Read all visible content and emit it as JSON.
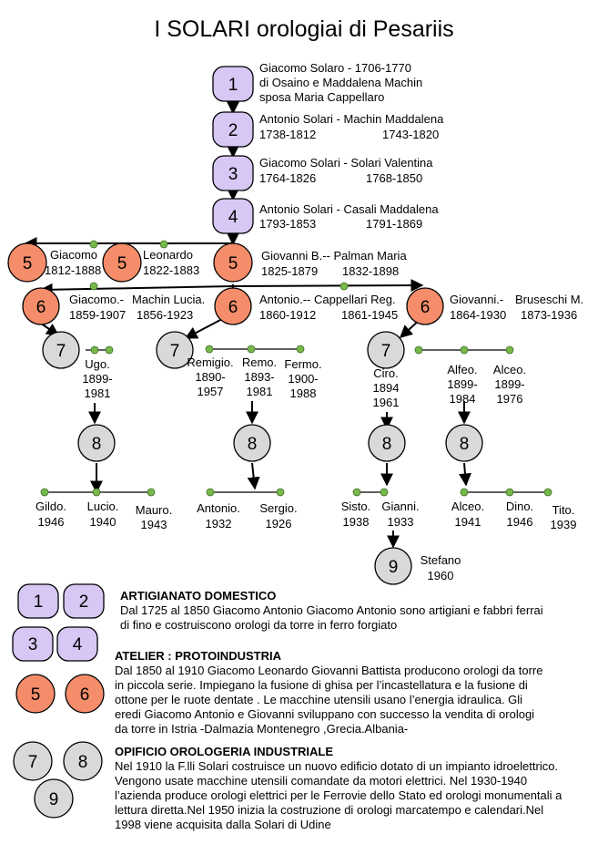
{
  "title": "I SOLARI orologiai di Pesariis",
  "colors": {
    "lilac": "#d6c7f5",
    "orange": "#f58d6a",
    "grey": "#d9d9d9",
    "dot": "#78b84b"
  },
  "nodes": {
    "n1": "1",
    "n2": "2",
    "n3": "3",
    "n4": "4",
    "n5a": "5",
    "n5b": "5",
    "n5c": "5",
    "n6a": "6",
    "n6b": "6",
    "n6c": "6",
    "n7a": "7",
    "n7b": "7",
    "n7c": "7",
    "n8a": "8",
    "n8b": "8",
    "n8c": "8",
    "n8d": "8",
    "n9": "9"
  },
  "gen1": {
    "l1": "Giacomo Solaro - 1706-1770",
    "l2": " di Osaino e Maddalena Machin",
    "l3": "sposa Maria Cappellaro"
  },
  "gen2": {
    "l1": "Antonio Solari - Machin Maddalena",
    "d1": "1738-1812",
    "d2": "1743-1820"
  },
  "gen3": {
    "l1": "Giacomo Solari - Solari Valentina",
    "d1": "1764-1826",
    "d2": "1768-1850"
  },
  "gen4": {
    "l1": "Antonio Solari - Casali Maddalena",
    "d1": "1793-1853",
    "d2": "1791-1869"
  },
  "gen5": {
    "giacomo_name": "Giacomo",
    "giacomo_dates": "1812-1888",
    "leonardo_name": "Leonardo",
    "leonardo_dates": "1822-1883",
    "giovanni_l1": "Giovanni B.-- Palman Maria",
    "giovanni_d1": "1825-1879",
    "giovanni_d2": "1832-1898"
  },
  "gen6": {
    "a_l1": "Giacomo.-",
    "a_l1b": "Machin Lucia.",
    "a_d1": "1859-1907",
    "a_d2": "1856-1923",
    "b_l1": "Antonio.-- Cappellari Reg.",
    "b_d1": "1860-1912",
    "b_d2": "1861-1945",
    "c_l1": "Giovanni.-",
    "c_l1b": "Bruseschi M.",
    "c_d1": "1864-1930",
    "c_d2": "1873-1936"
  },
  "gen7": {
    "ugo": [
      "Ugo.",
      "1899-",
      "1981"
    ],
    "remigio": [
      "Remigio.",
      "1890-",
      "1957"
    ],
    "remo": [
      "Remo.",
      "1893-",
      "1981"
    ],
    "fermo": [
      "Fermo.",
      "1900-",
      "1988"
    ],
    "ciro": [
      "Ciro.",
      "1894",
      "1961"
    ],
    "alfeo": [
      "Alfeo.",
      "1899-",
      "1984"
    ],
    "alceo": [
      "Alceo.",
      "1899-",
      "1976"
    ]
  },
  "gen8": {
    "gildo": [
      "Gildo.",
      "1946"
    ],
    "lucio": [
      "Lucio.",
      "1940"
    ],
    "mauro": [
      "Mauro.",
      "1943"
    ],
    "antonio": [
      "Antonio.",
      "1932"
    ],
    "sergio": [
      "Sergio.",
      "1926"
    ],
    "sisto": [
      "Sisto.",
      "1938"
    ],
    "gianni": [
      "Gianni.",
      "1933"
    ],
    "alceo": [
      "Alceo.",
      "1941"
    ],
    "dino": [
      "Dino.",
      "1946"
    ],
    "tito": [
      "Tito.",
      "1939"
    ]
  },
  "gen9": {
    "stefano": [
      "Stefano",
      "1960"
    ]
  },
  "legend": {
    "k1": "1",
    "k2": "2",
    "k3": "3",
    "k4": "4",
    "k5": "5",
    "k6": "6",
    "k7": "7",
    "k8": "8",
    "k9": "9",
    "s1_title": "ARTIGIANATO DOMESTICO",
    "s1_lines": [
      "Dal 1725 al 1850 Giacomo Antonio Giacomo Antonio  sono  artigiani e fabbri ferrai",
      "di fino  e costruiscono orologi da torre in ferro forgiato"
    ],
    "s2_title": "ATELIER  : PROTOINDUSTRIA",
    "s2_lines": [
      "Dal 1850 al 1910 Giacomo Leonardo Giovanni Battista producono orologi da torre",
      "in piccola serie. Impiegano la fusione di ghisa per l’incastellatura e la fusione di",
      "ottone per le ruote dentate . Le macchine utensili usano l’energia idraulica. Gli",
      "eredi Giacomo Antonio e Giovanni sviluppano con successo la vendita di orologi",
      "da torre in Istria -Dalmazia Montenegro ,Grecia.Albania-"
    ],
    "s3_title": "OPIFICIO   OROLOGERIA INDUSTRIALE",
    "s3_lines": [
      "Nel 1910 la F.lli Solari costruisce un nuovo edificio dotato di un impianto idroelettrico.",
      "Vengono usate macchine utensili comandate da motori elettrici. Nel 1930-1940",
      "l’azienda produce orologi elettrici per le Ferrovie dello Stato ed orologi monumentali a",
      "lettura diretta.Nel 1950 inizia la costruzione di orologi marcatempo e calendari.Nel",
      "1998 viene acquisita dalla Solari di Udine"
    ]
  }
}
